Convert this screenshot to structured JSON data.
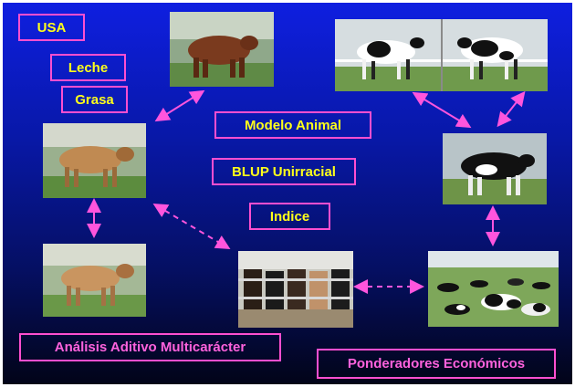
{
  "labels": {
    "usa": "USA",
    "leche": "Leche",
    "grasa": "Grasa",
    "modelo_animal": "Modelo Animal",
    "blup": "BLUP Unirracial",
    "indice": "Indice",
    "analisis": "Análisis  Aditivo Multicarácter",
    "ponderadores": "Ponderadores Económicos"
  },
  "colors": {
    "label_border": "#ff4fd0",
    "text_yellow": "#ffff1a",
    "text_pink": "#ff62dd",
    "arrow": "#ff55dd",
    "background_top": "#0f1fe0",
    "background_bottom": "#020418"
  },
  "photos": [
    "brown-swiss-bull-photo",
    "holstein-cows-pair-photo",
    "jersey-cow-photo",
    "holstein-cow-photo",
    "jersey-cow-small-photo",
    "feeding-barn-cows-photo",
    "holstein-herd-pasture-photo"
  ]
}
